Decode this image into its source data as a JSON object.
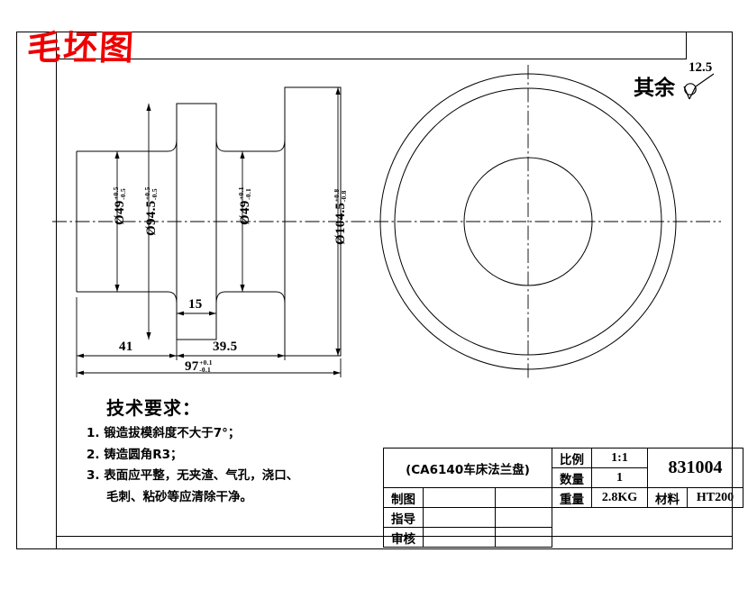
{
  "sheet": {
    "title": "毛坯图",
    "title_color": "#ee0000"
  },
  "surface_note": {
    "label": "其余",
    "roughness": "12.5",
    "symbol": "surface-finish-triangle"
  },
  "section_view": {
    "name": "sectional-front-view",
    "diameters": [
      {
        "id": "d49-left",
        "value": "Ø49",
        "tol_up": "+0.5",
        "tol_dn": "-0.5"
      },
      {
        "id": "d94-5",
        "value": "Ø94.5",
        "tol_up": "+0.5",
        "tol_dn": "-0.5"
      },
      {
        "id": "d49-right",
        "value": "Ø49",
        "tol_up": "+0.1",
        "tol_dn": "-0.1"
      },
      {
        "id": "d104-5",
        "value": "Ø104.5",
        "tol_up": "+0.8",
        "tol_dn": "-0.8"
      }
    ],
    "lengths": [
      {
        "id": "len-15",
        "value": "15"
      },
      {
        "id": "len-41",
        "value": "41"
      },
      {
        "id": "len-39-5",
        "value": "39.5"
      },
      {
        "id": "len-97",
        "value": "97",
        "tol_up": "+0.1",
        "tol_dn": "-0.1"
      }
    ]
  },
  "circular_view": {
    "name": "circular-end-view",
    "circles": [
      "outer",
      "middle",
      "inner"
    ]
  },
  "technical": {
    "heading": "技术要求：",
    "items": [
      "1. 锻造拔模斜度不大于7°；",
      "2. 铸造圆角R3；",
      "3. 表面应平整，无夹渣、气孔，浇口、",
      "毛刺、粘砂等应清除干净。"
    ]
  },
  "title_block": {
    "part_name": "(CA6140车床法兰盘)",
    "drawing_number": "831004",
    "scale_label": "比例",
    "scale_value": "1:1",
    "qty_label": "数量",
    "qty_value": "1",
    "weight_label": "重量",
    "weight_value": "2.8KG",
    "material_label": "材料",
    "material_value": "HT200",
    "rows": [
      {
        "label": "制图",
        "c1": "",
        "c2": ""
      },
      {
        "label": "指导",
        "c1": "",
        "c2": ""
      },
      {
        "label": "审核",
        "c1": "",
        "c2": ""
      }
    ]
  }
}
